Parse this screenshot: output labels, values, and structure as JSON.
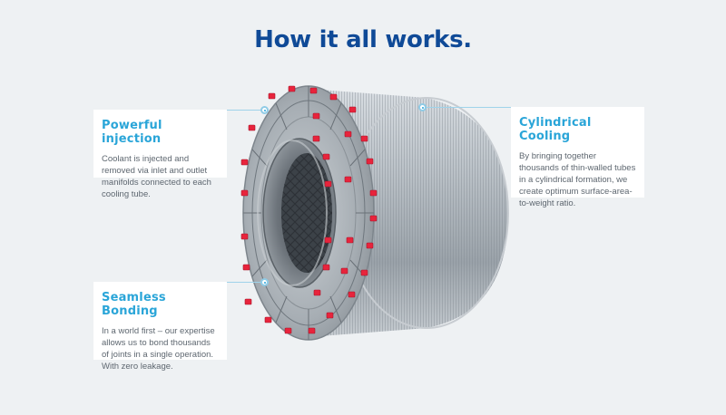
{
  "header": {
    "title": "How it all works."
  },
  "callouts": {
    "injection": {
      "title": "Powerful injection",
      "body": "Coolant is injected and removed via inlet and outlet manifolds connected to each cooling tube."
    },
    "cooling": {
      "title": "Cylindrical Cooling",
      "body": "By bringing together thousands of thin-walled tubes in a cylindrical formation, we create optimum surface-area-to-weight ratio."
    },
    "bonding": {
      "title": "Seamless Bonding",
      "body": "In a world first – our expertise allows us to bond thousands of joints in a single operation. With zero leakage."
    }
  },
  "colors": {
    "title": "#0f4a97",
    "accent": "#2aa5d8",
    "body_text": "#5e6770",
    "background": "#eef1f3",
    "valve": "#e8243c"
  }
}
